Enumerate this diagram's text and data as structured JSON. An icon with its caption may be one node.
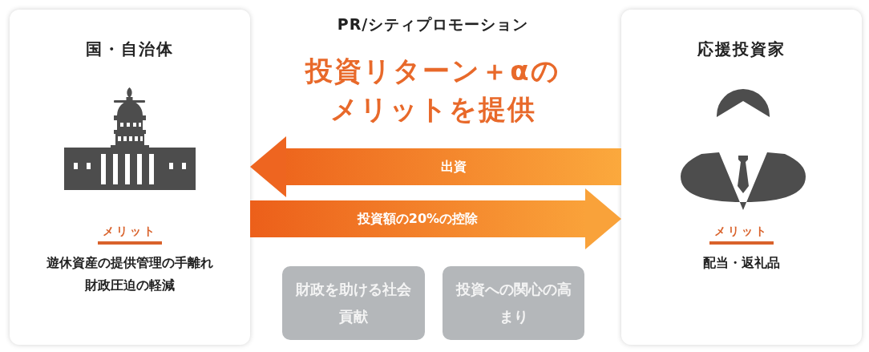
{
  "diagram": {
    "title": "PR/シティプロモーション",
    "nodes": [
      {
        "text": [
          "国・自治体",
          "メリット",
          "遊休資産の提供管理の手離れ",
          "財政圧迫の軽減"
        ]
      },
      {
        "text": [
          "応援投資家",
          "メリット",
          "配当・返礼品"
        ]
      },
      {
        "text": [
          "財政を助ける社会貢献"
        ]
      },
      {
        "text": [
          "投資への関心の高まり"
        ]
      }
    ],
    "edges": [
      {
        "from": 1,
        "to": 0,
        "arrow": "to",
        "label": "出資"
      },
      {
        "from": 0,
        "to": 1,
        "arrow": "to",
        "label": "投資額の20%の控除"
      }
    ],
    "labels": [
      "投資リターン＋αのメリットを提供"
    ]
  }
}
